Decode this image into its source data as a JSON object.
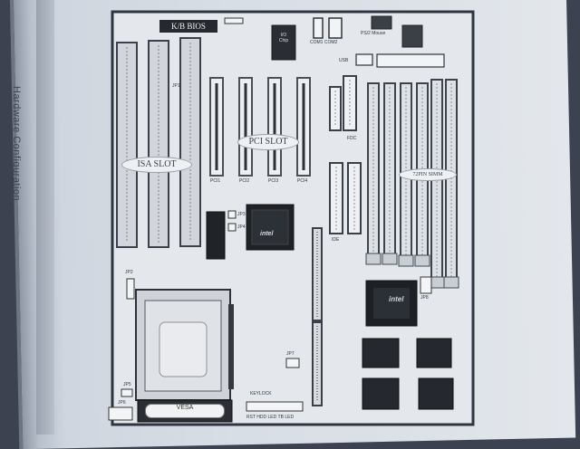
{
  "page": {
    "side_header": "Hardware Configuration"
  },
  "board": {
    "bios_label": "K/B BIOS",
    "kbc_label": "I/O Chip",
    "isa_label": "ISA SLOT",
    "pci_label": "PCI SLOT",
    "simm_label": "72PIN SIMM",
    "vesa_label": "VESA",
    "chipset_logo": "intel",
    "cpu_logo": "intel",
    "small_labels": {
      "com_ports": "COM1 COM2",
      "ps2_mouse": "PS/2 Mouse",
      "usb": "USB",
      "fdc": "FDC",
      "ide": "IDE",
      "jp1": "JP1",
      "jp2": "JP2",
      "jp3": "JP3",
      "jp4": "JP4",
      "jp5": "JP5",
      "jp6": "JP6",
      "jp7": "JP7",
      "jp8": "JP8",
      "pci1": "PCI1",
      "pci2": "PCI2",
      "pci3": "PCI3",
      "pci4": "PCI4",
      "front_panel_top": "KEYLOCK",
      "front_panel_bottom": "RST HDD LED TB LED"
    }
  }
}
